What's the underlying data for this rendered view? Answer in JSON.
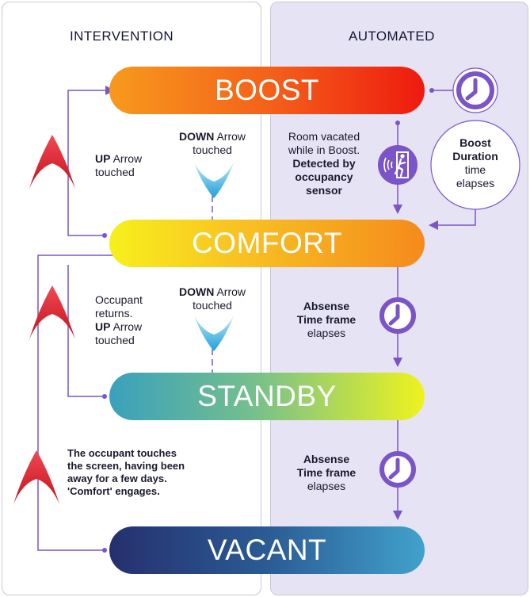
{
  "columns": {
    "left": "INTERVENTION",
    "right": "AUTOMATED"
  },
  "states": {
    "boost": "BOOST",
    "comfort": "COMFORT",
    "standby": "STANDBY",
    "vacant": "VACANT"
  },
  "labels": {
    "up_boost": {
      "bold": "UP",
      "rest": "Arrow",
      "line2": "touched"
    },
    "down_comfort": {
      "bold": "DOWN",
      "rest": "Arrow",
      "line2": "touched"
    },
    "occupant_returns": {
      "line1": "Occupant",
      "line2": "returns.",
      "bold": "UP",
      "rest": "Arrow",
      "line4": "touched"
    },
    "down_standby": {
      "bold": "DOWN",
      "rest": "Arrow",
      "line2": "touched"
    },
    "away": {
      "line1": "The occupant touches",
      "line2": "the screen, having been",
      "line3": "away for a few days.",
      "line4": "'Comfort' engages."
    },
    "room_vacated": {
      "line1": "Room vacated",
      "line2": "while in Boost.",
      "bold1": "Detected by",
      "bold2": "occupancy",
      "bold3": "sensor"
    },
    "boost_duration": {
      "bold1": "Boost",
      "bold2": "Duration",
      "line3": "time",
      "line4": "elapses"
    },
    "absense_1": {
      "bold1": "Absense",
      "bold2": "Time frame",
      "line3": "elapses"
    },
    "absense_2": {
      "bold1": "Absense",
      "bold2": "Time frame",
      "line3": "elapses"
    }
  },
  "icons": [
    "up-arrow-icon",
    "down-arrow-icon",
    "clock-icon",
    "occupancy-sensor-icon"
  ],
  "colors": {
    "purple": "#7b55c7",
    "right_panel": "#e6e3f4",
    "arrow_up": "#d8131f",
    "arrow_down": "#1f9fd9"
  }
}
